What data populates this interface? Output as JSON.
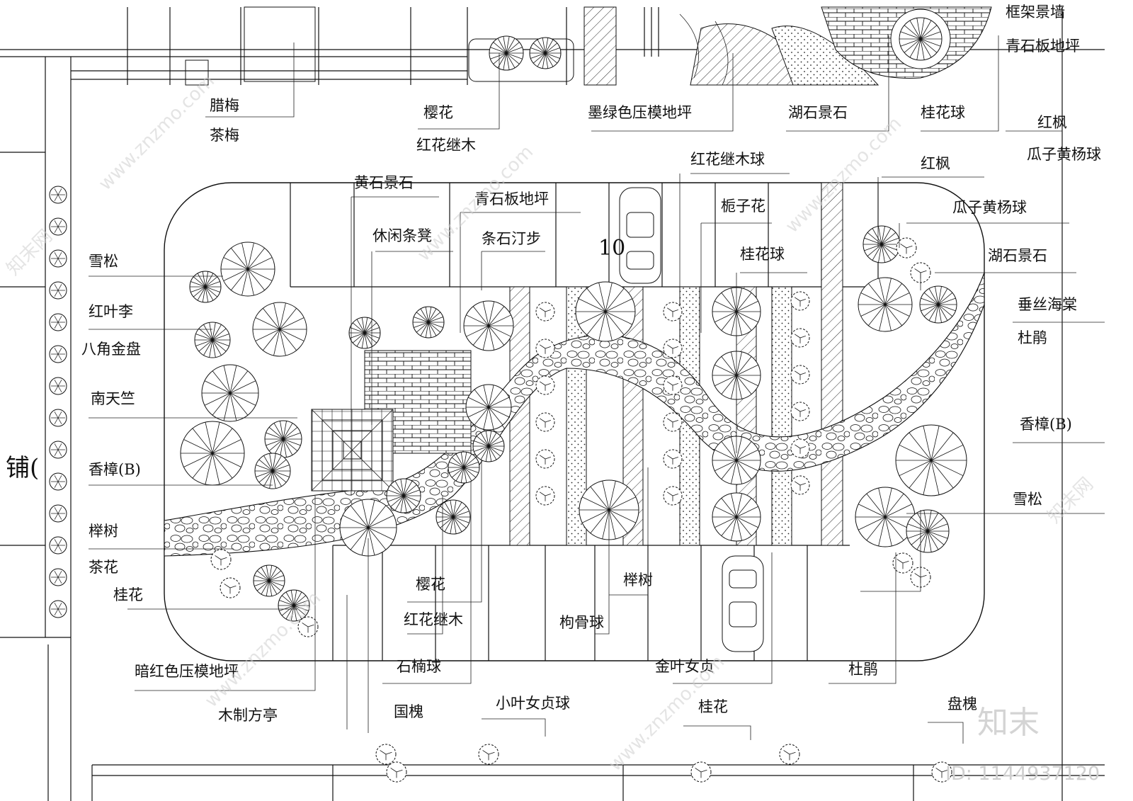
{
  "labels": {
    "lamei": "腊梅",
    "chamei": "茶梅",
    "yinghua_top": "樱花",
    "hongjimu_top": "红花继木",
    "molv": "墨绿色压模地坪",
    "hushi_top": "湖石景石",
    "guihua_ball_top": "桂花球",
    "kuangjia": "框架景墙",
    "qingshi_top": "青石板地坪",
    "hongfeng_right": "红枫",
    "guazi_right": "瓜子黄杨球",
    "hongjimuqiu": "红花继木球",
    "huangshi": "黄石景石",
    "qingshi_mid": "青石板地坪",
    "xiuxian": "休闲条凳",
    "tiaoshi": "条石汀步",
    "zhizi": "栀子花",
    "guihua_ball_mid": "桂花球",
    "hongfeng_mid": "红枫",
    "guazi_mid": "瓜子黄杨球",
    "hushi_mid": "湖石景石",
    "chuisi": "垂丝海棠",
    "dujuan_right": "杜鹃",
    "xiangzhang_right": "香樟(B)",
    "xuesong_right": "雪松",
    "xuesong_left": "雪松",
    "hongyeli": "红叶李",
    "bajiao": "八角金盘",
    "nantianzhu": "南天竺",
    "xiangzhang_left": "香樟(B)",
    "jushu_left": "榉树",
    "chahua": "茶花",
    "guihua_left": "桂花",
    "yinghua_bot": "樱花",
    "hongjimu_bot": "红花继木",
    "jushu_mid": "榉树",
    "gouguqiu": "枸骨球",
    "anhong": "暗红色压模地坪",
    "shinanqiu": "石楠球",
    "jinye": "金叶女贞",
    "dujuan_bot": "杜鹃",
    "mufang": "木制方亭",
    "guohuai": "国槐",
    "xiaoye": "小叶女贞球",
    "guihua_bot": "桂花",
    "panhuai": "盘槐",
    "pu": "铺(",
    "parking_no": "10"
  },
  "watermark": {
    "site": "www.znzmo.com",
    "brand": "知末网",
    "logo": "知末",
    "id_text": "ID: 1144937120"
  },
  "colors": {
    "ink": "#111111",
    "watermark": "#cfcfcf"
  }
}
